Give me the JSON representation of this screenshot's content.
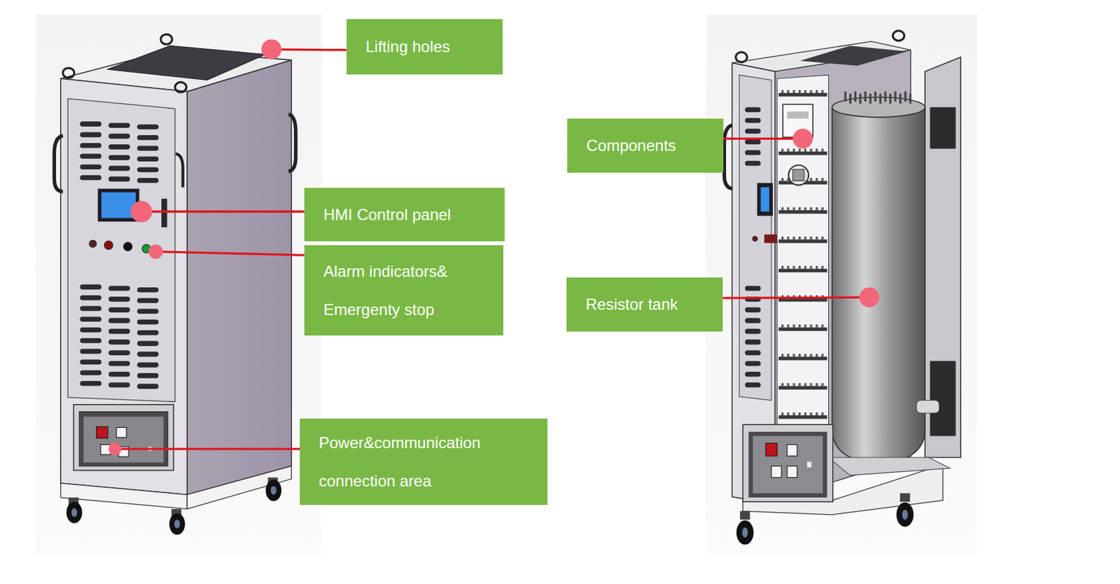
{
  "diagram": {
    "nodes": [
      {
        "text": [
          "Lifting holes"
        ]
      },
      {
        "text": [
          "HMI Control panel"
        ]
      },
      {
        "text": [
          "Alarm indicators& Emergenty stop"
        ]
      },
      {
        "text": [
          "Power&communication connection area"
        ]
      },
      {
        "text": [
          "Components"
        ]
      },
      {
        "text": [
          "Resistor tank"
        ]
      }
    ]
  }
}
